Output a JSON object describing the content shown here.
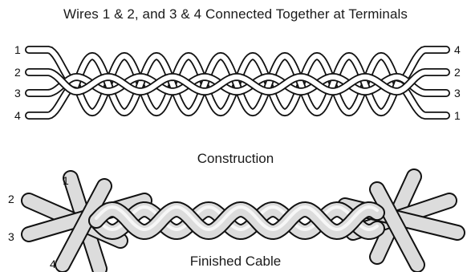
{
  "title": "Wires 1 & 2, and 3 & 4 Connected Together at Terminals",
  "construction": {
    "caption": "Construction",
    "left_labels": [
      "1",
      "2",
      "3",
      "4"
    ],
    "right_labels": [
      "4",
      "2",
      "3",
      "1"
    ]
  },
  "finished": {
    "caption": "Finished Cable",
    "labels": [
      "1",
      "2",
      "3",
      "4"
    ]
  }
}
